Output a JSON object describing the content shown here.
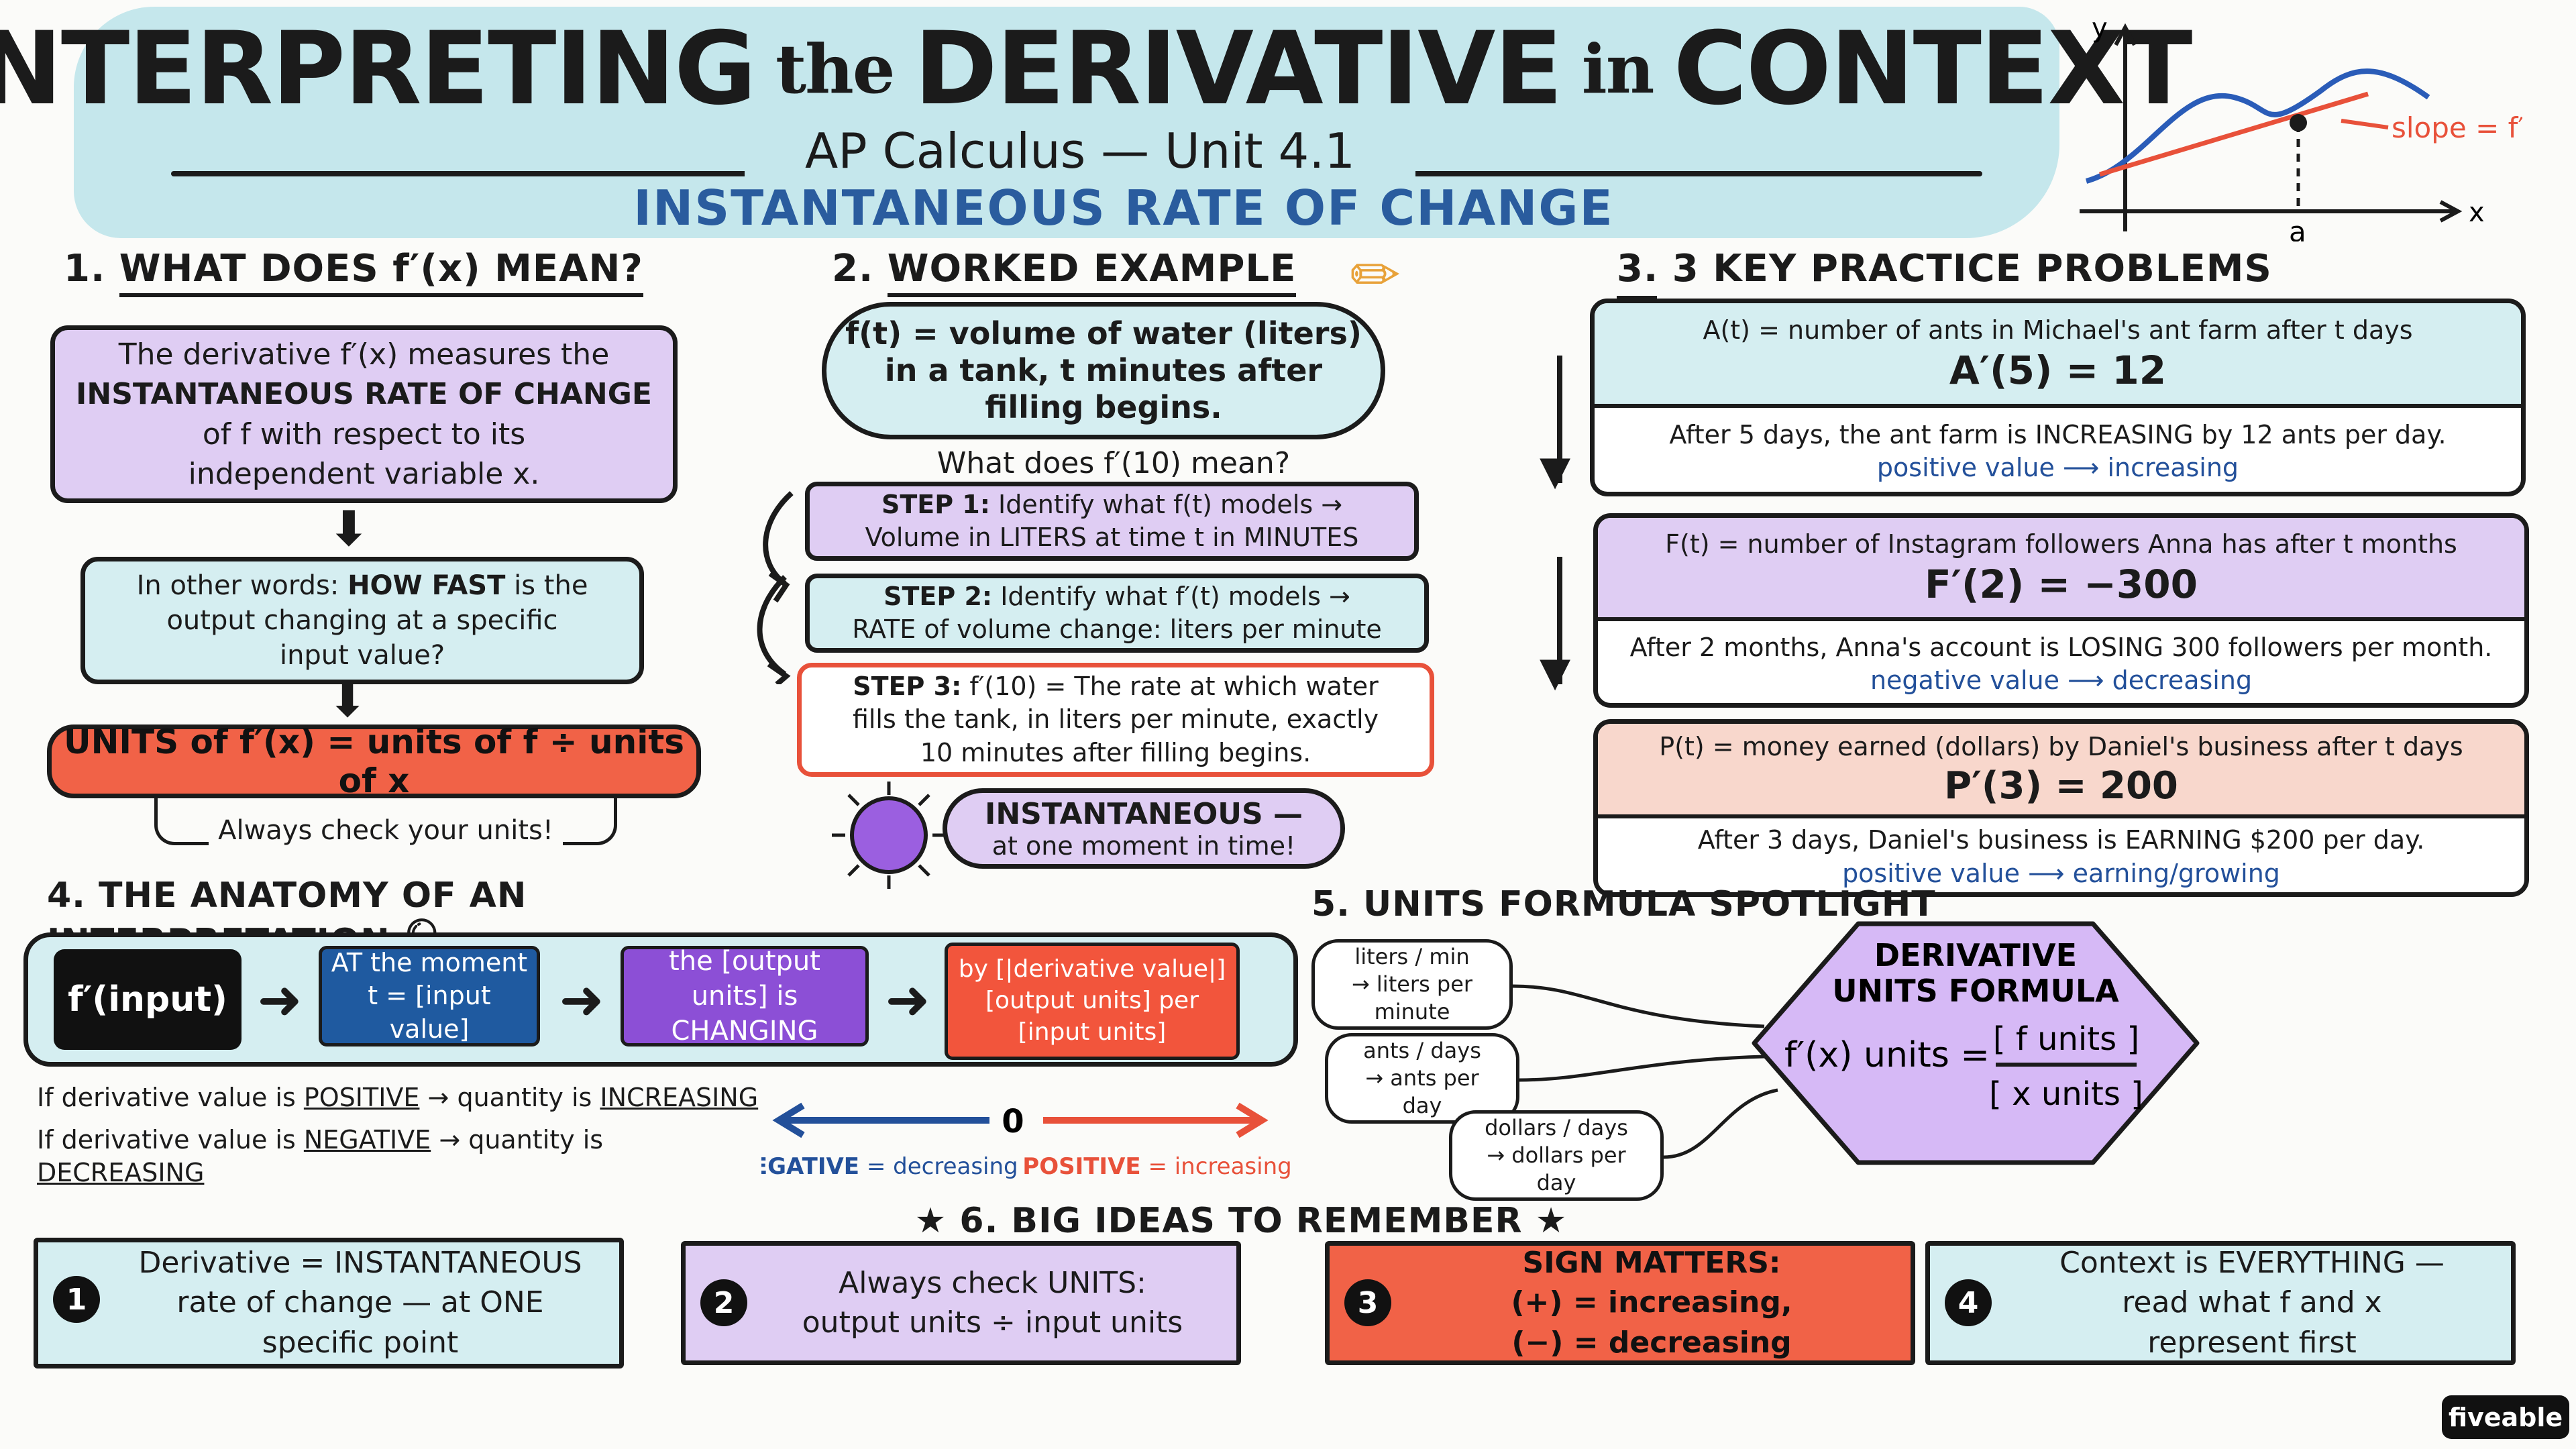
{
  "header": {
    "title_part1": "INTERPRETING",
    "title_the": "the",
    "title_part2": "DERIVATIVE",
    "title_in": "in",
    "title_part3": "CONTEXT",
    "subtitle": "AP Calculus — Unit 4.1",
    "tagline": "INSTANTANEOUS RATE OF CHANGE"
  },
  "graph": {
    "y_label": "y",
    "x_label": "x",
    "a_label": "a",
    "slope_label": "slope = f′(a)",
    "colors": {
      "curve": "#2a5cb8",
      "tangent": "#e8513a"
    }
  },
  "section1": {
    "heading_num": "1.",
    "heading": "WHAT DOES f′(x) MEAN?",
    "box1_pre": "The derivative f′(x) measures the",
    "box1_bold": "INSTANTANEOUS RATE OF CHANGE",
    "box1_post1": "of f with respect to its",
    "box1_post2": "independent variable x.",
    "box2_line1_pre": "In other words:",
    "box2_line1_bold": "HOW FAST",
    "box2_line1_post": "is the",
    "box2_line2": "output changing at a specific",
    "box2_line3": "input value?",
    "units_box": "UNITS of f′(x) = units of f ÷ units of x",
    "units_note": "Always check your units!"
  },
  "section2": {
    "heading_num": "2.",
    "heading": "WORKED EXAMPLE",
    "cloud_line1": "f(t) = volume of water (liters)",
    "cloud_line2": "in a tank, t minutes after",
    "cloud_line3": "filling begins.",
    "question": "What does f′(10) mean?",
    "step1_label": "STEP 1:",
    "step1_line1": "Identify what f(t) models →",
    "step1_line2": "Volume in LITERS at time t in MINUTES",
    "step2_label": "STEP 2:",
    "step2_line1": "Identify what f′(t) models →",
    "step2_line2": "RATE of volume change: liters per minute",
    "step3_label": "STEP 3:",
    "step3_line1": "f′(10) = The rate at which water",
    "step3_line2": "fills the tank, in liters per minute, exactly",
    "step3_line3": "10 minutes after filling begins.",
    "instant_title": "INSTANTANEOUS —",
    "instant_sub": "at one moment in time!"
  },
  "section3": {
    "heading_num": "3.",
    "heading": "3 KEY PRACTICE PROBLEMS",
    "problems": [
      {
        "def": "A(t) = number of ants in Michael's ant farm after t days",
        "eq": "A′(5) = 12",
        "interp": "After 5 days, the ant farm is INCREASING by 12 ants per day.",
        "note_left": "positive value",
        "note_right": "increasing"
      },
      {
        "def": "F(t) = number of Instagram followers Anna has after t months",
        "eq": "F′(2) = −300",
        "interp": "After 2 months, Anna's account is LOSING 300 followers per month.",
        "note_left": "negative value",
        "note_right": "decreasing"
      },
      {
        "def": "P(t) = money earned (dollars) by Daniel's business after t days",
        "eq": "P′(3) = 200",
        "interp": "After 3 days, Daniel's business is EARNING $200 per day.",
        "note_left": "positive value",
        "note_right": "earning/growing"
      }
    ]
  },
  "section4": {
    "heading_num": "4.",
    "heading": "THE ANATOMY OF AN INTERPRETATION",
    "chain": [
      "f′(input)",
      "AT the moment t = [input value]",
      "the [output units] is CHANGING",
      "by [|derivative value|] [output units] per [input units]"
    ],
    "rule_pos_pre": "If derivative value is",
    "rule_pos_word": "POSITIVE",
    "rule_pos_mid": "→ quantity is",
    "rule_pos_result": "INCREASING",
    "rule_neg_pre": "If derivative value is",
    "rule_neg_word": "NEGATIVE",
    "rule_neg_mid": "→ quantity is",
    "rule_neg_result": "DECREASING",
    "zero": "0",
    "neg_label_bold": "NEGATIVE",
    "neg_label": "= decreasing",
    "pos_label_bold": "POSITIVE",
    "pos_label": "= increasing"
  },
  "section5": {
    "heading_num": "5.",
    "heading": "UNITS FORMULA SPOTLIGHT",
    "examples": [
      {
        "l1": "liters / min",
        "l2": "→ liters per",
        "l3": "minute"
      },
      {
        "l1": "ants / days",
        "l2": "→ ants per",
        "l3": "day"
      },
      {
        "l1": "dollars / days",
        "l2": "→ dollars per",
        "l3": "day"
      }
    ],
    "hex_title1": "DERIVATIVE",
    "hex_title2": "UNITS FORMULA",
    "hex_lhs": "f′(x) units =",
    "hex_num": "[ f units ]",
    "hex_den": "[ x units ]"
  },
  "section6": {
    "heading": "★ 6. BIG IDEAS TO REMEMBER ★",
    "ideas": [
      {
        "num": "1",
        "l1": "Derivative = INSTANTANEOUS",
        "l2": "rate of change — at ONE",
        "l3": "specific point"
      },
      {
        "num": "2",
        "l1": "Always check UNITS:",
        "l2": "output units ÷ input units",
        "l3": ""
      },
      {
        "num": "3",
        "l1": "SIGN MATTERS:",
        "l2": "(+) = increasing,",
        "l3": "(−) = decreasing"
      },
      {
        "num": "4",
        "l1": "Context is EVERYTHING —",
        "l2": "read what f and x",
        "l3": "represent first"
      }
    ]
  },
  "brand": "fiveable"
}
